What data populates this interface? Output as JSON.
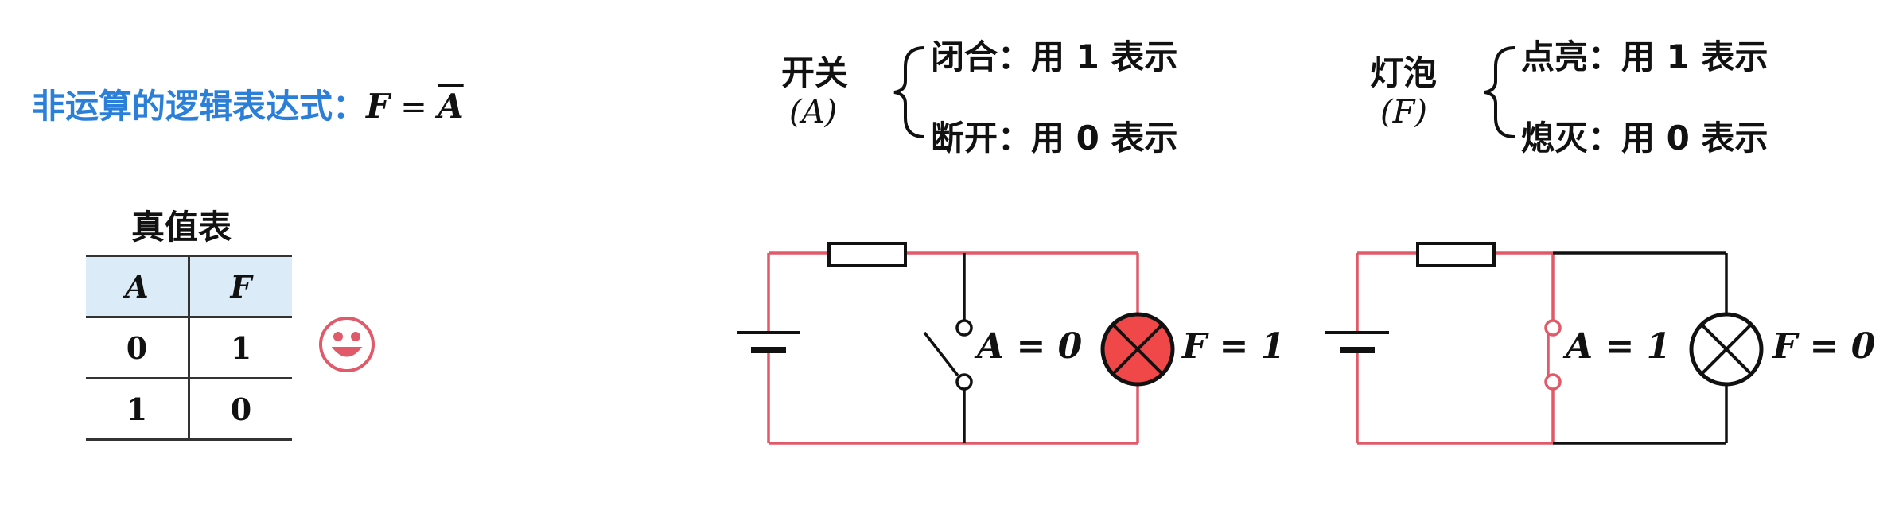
{
  "heading": {
    "label": "非运算的逻辑表达式：",
    "lhs": "F",
    "eq": "=",
    "rhs": "A"
  },
  "truth_table": {
    "title": "真值表",
    "headers": [
      "A",
      "F"
    ],
    "rows": [
      [
        "0",
        "1"
      ],
      [
        "1",
        "0"
      ]
    ]
  },
  "switch_legend": {
    "name": "开关",
    "var": "(A)",
    "closed": "闭合：用 1 表示",
    "open": "断开：用 0 表示"
  },
  "bulb_legend": {
    "name": "灯泡",
    "var": "(F)",
    "lit": "点亮：用 1 表示",
    "off": "熄灭：用 0 表示"
  },
  "circuit1": {
    "switch_label": "A = 0",
    "bulb_label": "F = 1"
  },
  "circuit2": {
    "switch_label": "A = 1",
    "bulb_label": "F = 0"
  },
  "colors": {
    "accent": "#2b7fd8",
    "wire_active": "#e05a6a",
    "bulb_lit": "#f04848",
    "header_bg": "#dcebf8"
  }
}
